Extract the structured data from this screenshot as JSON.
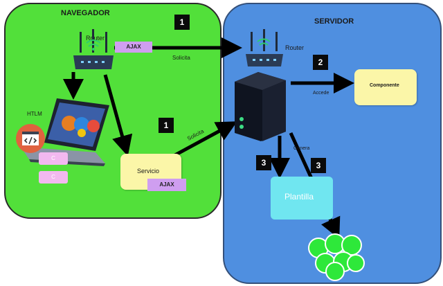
{
  "navegador": {
    "title": "NAVEGADOR"
  },
  "servidor": {
    "title": "SERVIDOR"
  },
  "steps": {
    "n1_top": "1",
    "n1_mid": "1",
    "n2": "2",
    "n3_left": "3",
    "n3_right": "3"
  },
  "labels": {
    "router_left": "Router",
    "router_right": "Router",
    "ajax_top": "AJAX",
    "ajax_service": "AJAX",
    "solicita_top": "Solicita",
    "solicita_mid": "Solicita",
    "accede": "Accede",
    "genera": "Genera",
    "htlm": "HTLM",
    "c1": "C",
    "c2": "C",
    "servicio": "Servicio",
    "componente": "Componente",
    "plantilla": "Plantilla"
  },
  "icons": [
    "router-icon",
    "laptop-icon",
    "code-icon",
    "server-icon",
    "output-bubbles-icon"
  ],
  "colors": {
    "navegador_bg": "#52e03a",
    "servidor_bg": "#4f8fe0",
    "ajax_pill": "#cf9ef0",
    "servicio_box": "#fbf6a8",
    "plantilla_box": "#70e6f0"
  }
}
